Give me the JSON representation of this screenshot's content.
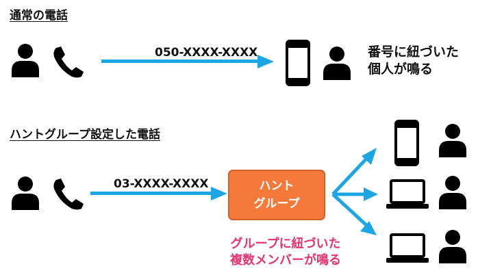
{
  "section1": {
    "heading": "通常の電話",
    "number": "050-XXXX-XXXX",
    "result_lines": [
      "番号に紐づいた",
      "個人が鳴る"
    ]
  },
  "section2": {
    "heading": "ハントグループ設定した電話",
    "number": "03-XXXX-XXXX",
    "box_lines": [
      "ハント",
      "グループ"
    ],
    "result_lines": [
      "グループに紐づいた",
      "複数メンバーが鳴る"
    ]
  },
  "colors": {
    "arrow": "#1ea6e4",
    "box": "#f47a3c",
    "pink_text": "#e8336e",
    "icon": "#000000"
  },
  "icons": [
    "person-icon",
    "handset-icon",
    "smartphone-icon",
    "laptop-icon"
  ]
}
